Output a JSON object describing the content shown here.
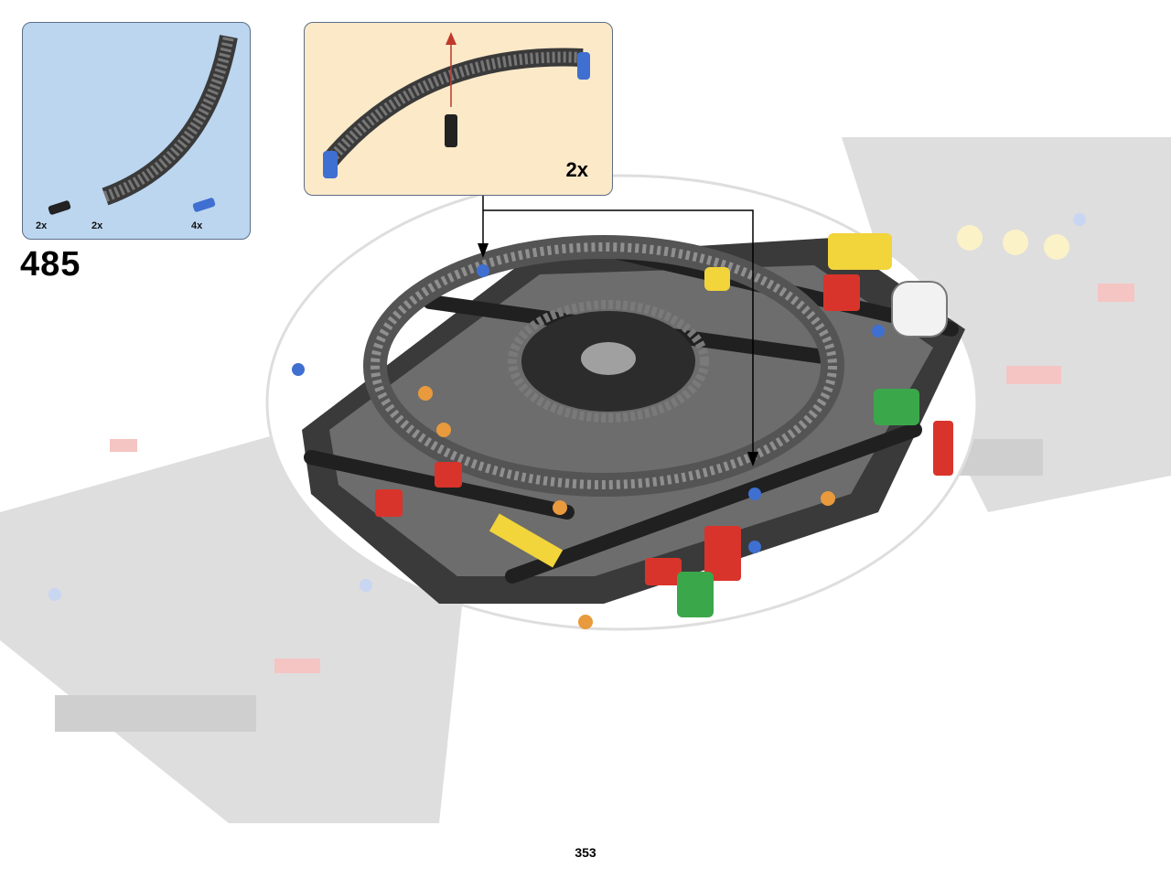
{
  "step": {
    "number": "485",
    "page_number": "353"
  },
  "parts_list": {
    "items": [
      {
        "name": "black-connector-pin",
        "qty": "2x"
      },
      {
        "name": "curved-gear-rack",
        "qty": "2x"
      },
      {
        "name": "blue-axle-pin",
        "qty": "4x"
      }
    ]
  },
  "sub_assembly": {
    "multiplier": "2x"
  },
  "colors": {
    "parts_bg": "#bcd6f0",
    "sub_bg": "#fbe9c8",
    "frame": "#5b6e86"
  }
}
